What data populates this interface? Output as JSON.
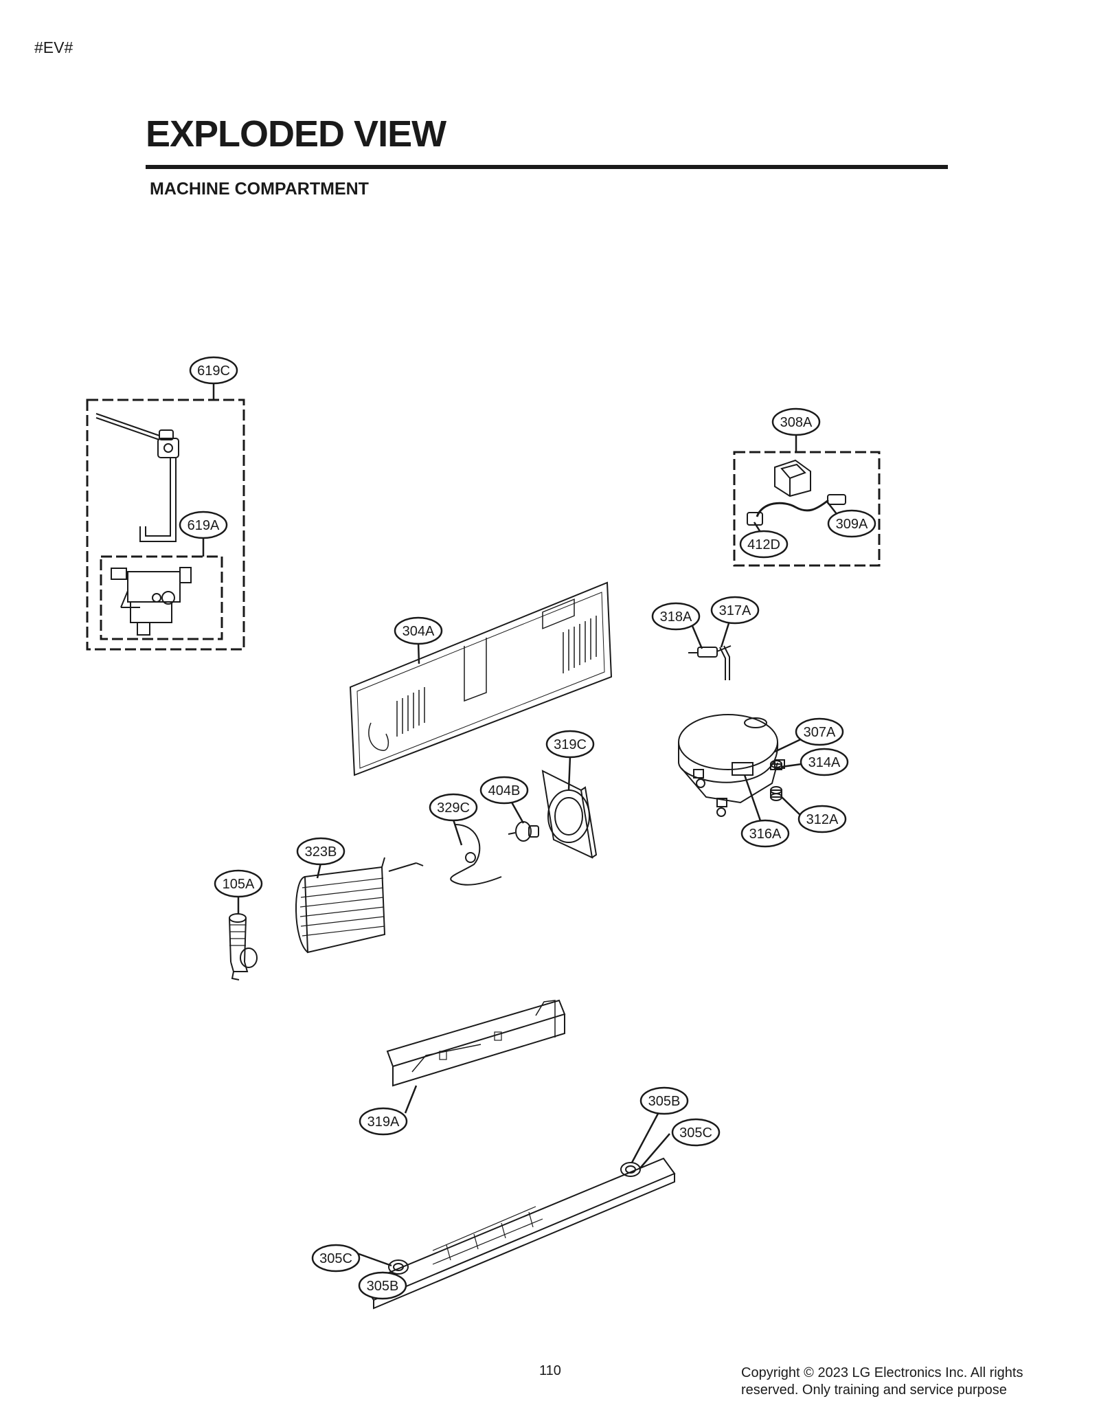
{
  "header": {
    "tag": "#EV#",
    "title": "EXPLODED VIEW",
    "subtitle": "MACHINE COMPARTMENT"
  },
  "callouts": [
    {
      "id": "c619C",
      "label": "619C"
    },
    {
      "id": "c619A",
      "label": "619A"
    },
    {
      "id": "c308A",
      "label": "308A"
    },
    {
      "id": "c309A",
      "label": "309A"
    },
    {
      "id": "c412D",
      "label": "412D"
    },
    {
      "id": "c318A",
      "label": "318A"
    },
    {
      "id": "c317A",
      "label": "317A"
    },
    {
      "id": "c304A",
      "label": "304A"
    },
    {
      "id": "c319C",
      "label": "319C"
    },
    {
      "id": "c404B",
      "label": "404B"
    },
    {
      "id": "c329C",
      "label": "329C"
    },
    {
      "id": "c307A",
      "label": "307A"
    },
    {
      "id": "c314A",
      "label": "314A"
    },
    {
      "id": "c312A",
      "label": "312A"
    },
    {
      "id": "c316A",
      "label": "316A"
    },
    {
      "id": "c323B",
      "label": "323B"
    },
    {
      "id": "c105A",
      "label": "105A"
    },
    {
      "id": "c319A",
      "label": "319A"
    },
    {
      "id": "c305B_top",
      "label": "305B"
    },
    {
      "id": "c305C_top",
      "label": "305C"
    },
    {
      "id": "c305C_bot",
      "label": "305C"
    },
    {
      "id": "c305B_bot",
      "label": "305B"
    }
  ],
  "footer": {
    "page_number": "110",
    "copyright_line1": "Copyright © 2023 LG Electronics Inc. All rights",
    "copyright_line2": "reserved. Only training and service purpose"
  }
}
